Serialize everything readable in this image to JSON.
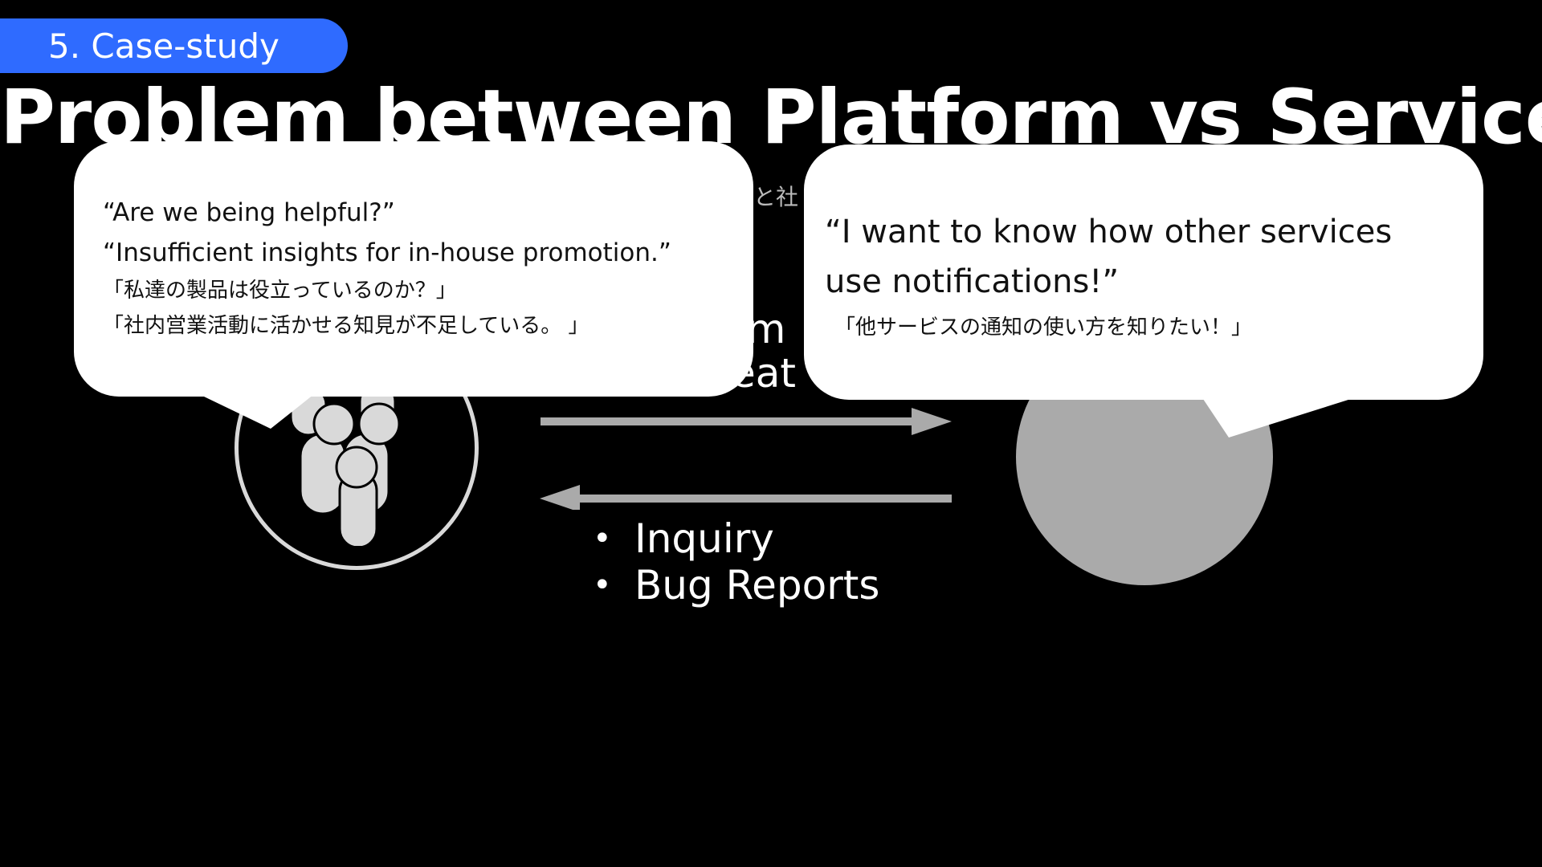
{
  "slide": {
    "section_tab": "5. Case-study",
    "title": "Problem between Platform vs Service",
    "subtitle_fragment": "ムと社",
    "partial_label_1": "rm",
    "partial_label_2": "eat",
    "flow": {
      "items": [
        "Inquiry",
        "Bug Reports"
      ]
    }
  },
  "bubbles": {
    "team": {
      "lines_en": [
        "“Are we being helpful?”",
        "“Insufficient insights for in-house promotion.”"
      ],
      "lines_ja": [
        "「私達の製品は役立っているのか？」",
        "「社内営業活動に活かせる知見が不足している。 」"
      ]
    },
    "service": {
      "lines_en": [
        " “I want to know how other services",
        "use notifications!”"
      ],
      "lines_ja": [
        "「他サービスの通知の使い方を知りたい！」"
      ]
    }
  },
  "icons": {
    "team": "team-people-icon",
    "arrow_right": "arrow-right-icon",
    "arrow_left": "arrow-left-icon",
    "service": "service-circle"
  },
  "colors": {
    "background": "#000000",
    "accent": "#2f6bff",
    "bubble": "#ffffff",
    "circle_fill": "#aaaaaa",
    "circle_outline": "#d9d9d9"
  }
}
